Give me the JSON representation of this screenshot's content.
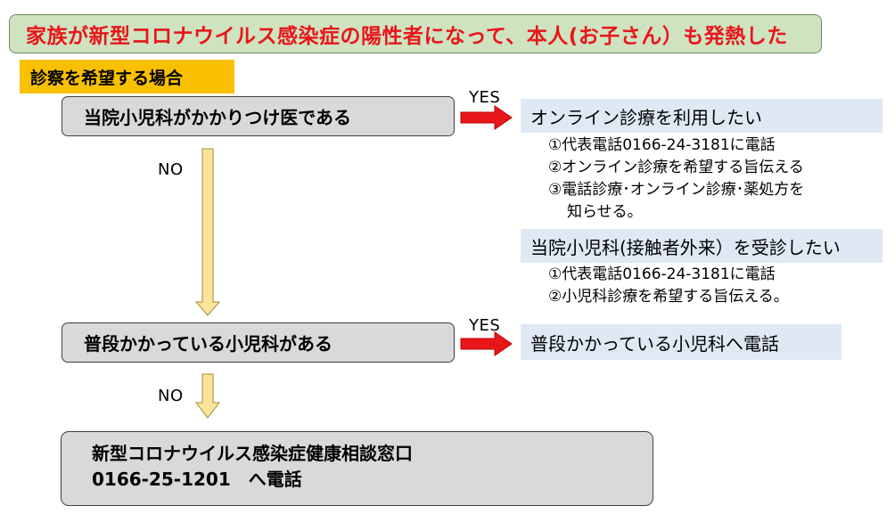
{
  "title": "家族が新型コロナウイルス感染症の陽性者になって、本人(お子さん）も発熱した",
  "subtitle": "診察を希望する場合",
  "question1": "当院小児科がかかりつけ医である",
  "question2": "普段かかっている小児科がある",
  "yes_label": "YES",
  "no_label": "NO",
  "option_online": {
    "heading": "オンライン診療を利用したい",
    "steps": [
      "①代表電話0166-24-3181に電話",
      "②オンライン診療を希望する旨伝える",
      "③電話診療･オンライン診療･薬処方を",
      "知らせる。"
    ]
  },
  "option_visit": {
    "heading": "当院小児科(接触者外来）を受診したい",
    "steps": [
      "①代表電話0166-24-3181に電話",
      "②小児科診療を希望する旨伝える。"
    ]
  },
  "option_regular": "普段かかっている小児科へ電話",
  "final": {
    "line1": "新型コロナウイルス感染症健康相談窓口",
    "line2": "0166-25-1201　へ電話"
  },
  "colors": {
    "title_text": "#e8161b",
    "title_bg": "#cfe3c0",
    "subtitle_bg": "#f8c000",
    "box_bg": "#d9d9d9",
    "panel_bg": "#dfe9f4",
    "yes_arrow": "#e8161b",
    "no_arrow": "#fde49b"
  }
}
